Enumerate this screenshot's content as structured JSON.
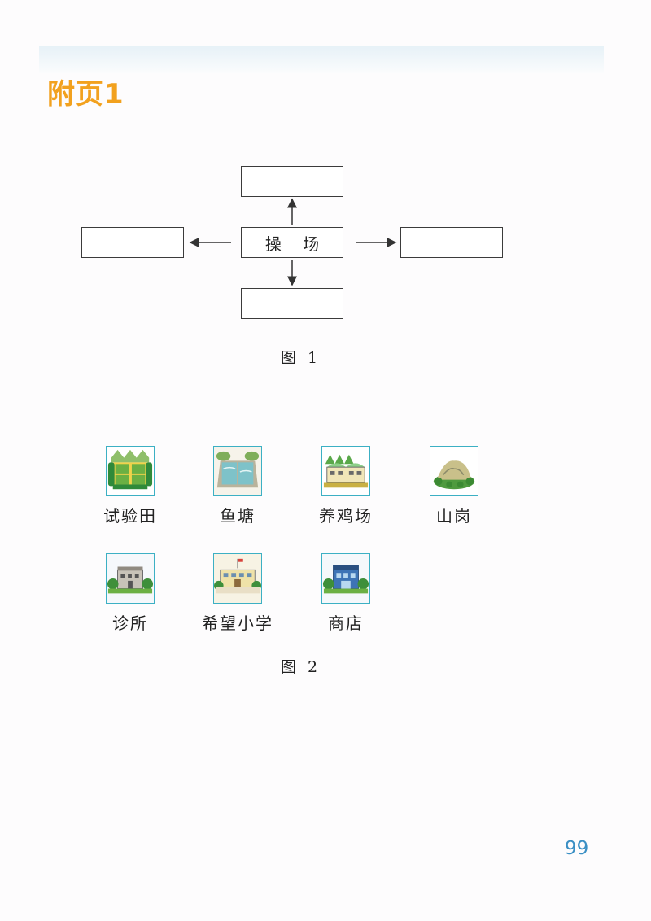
{
  "heading": "附页1",
  "figure1": {
    "center_label": "操 场",
    "up_label": "",
    "down_label": "",
    "left_label": "",
    "right_label": "",
    "caption": "图 1"
  },
  "figure2": {
    "caption": "图 2",
    "places": [
      {
        "label": "试验田",
        "icon": "field-icon"
      },
      {
        "label": "鱼塘",
        "icon": "fish-pond-icon"
      },
      {
        "label": "养鸡场",
        "icon": "chicken-farm-icon"
      },
      {
        "label": "山岗",
        "icon": "hill-icon"
      },
      {
        "label": "诊所",
        "icon": "clinic-icon"
      },
      {
        "label": "希望小学",
        "icon": "school-icon"
      },
      {
        "label": "商店",
        "icon": "shop-icon"
      }
    ]
  },
  "page_number": "99",
  "colors": {
    "heading": "#f2a11e",
    "icon_border": "#3cb0c4",
    "page_number": "#3a8fc4"
  }
}
